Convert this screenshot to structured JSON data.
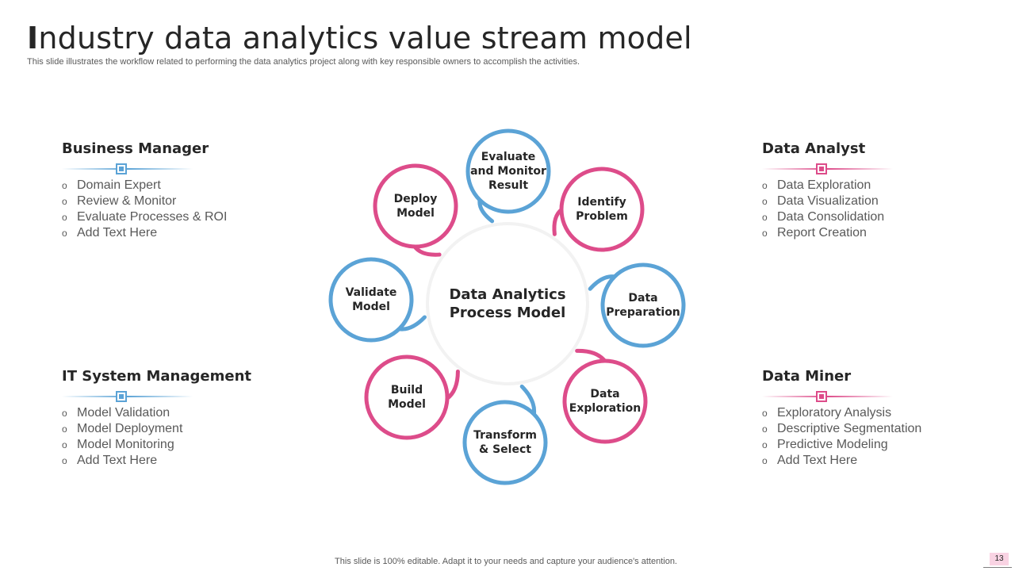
{
  "title": {
    "first_letter": "I",
    "rest": "ndustry data analytics value stream model"
  },
  "subtitle": "This slide illustrates the workflow related to performing the data analytics project along with key responsible owners to accomplish the activities.",
  "colors": {
    "blue": "#5ba3d6",
    "pink": "#dd4c8a",
    "center_ring": "#f2f2f2"
  },
  "panels": {
    "business_manager": {
      "title": "Business Manager",
      "items": [
        "Domain Expert",
        "Review & Monitor",
        "Evaluate Processes & ROI",
        "Add Text Here"
      ]
    },
    "it_system": {
      "title": "IT System Management",
      "items": [
        "Model Validation",
        "Model Deployment",
        "Model Monitoring",
        "Add Text Here"
      ]
    },
    "data_analyst": {
      "title": "Data Analyst",
      "items": [
        "Data Exploration",
        "Data Visualization",
        "Data Consolidation",
        "Report Creation"
      ]
    },
    "data_miner": {
      "title": "Data Miner",
      "items": [
        "Exploratory Analysis",
        "Descriptive Segmentation",
        "Predictive Modeling",
        "Add Text Here"
      ]
    }
  },
  "bullet_glyph": "o",
  "diagram": {
    "center": {
      "line1": "Data Analytics",
      "line2": "Process Model"
    },
    "nodes": [
      {
        "id": "evaluate",
        "lines": [
          "Evaluate",
          "and Monitor",
          "Result"
        ],
        "color": "blue"
      },
      {
        "id": "identify",
        "lines": [
          "Identify",
          "Problem"
        ],
        "color": "pink"
      },
      {
        "id": "preparation",
        "lines": [
          "Data",
          "Preparation"
        ],
        "color": "blue"
      },
      {
        "id": "exploration",
        "lines": [
          "Data",
          "Exploration"
        ],
        "color": "pink"
      },
      {
        "id": "transform",
        "lines": [
          "Transform",
          "& Select"
        ],
        "color": "blue"
      },
      {
        "id": "build",
        "lines": [
          "Build",
          "Model"
        ],
        "color": "pink"
      },
      {
        "id": "validate",
        "lines": [
          "Validate",
          "Model"
        ],
        "color": "blue"
      },
      {
        "id": "deploy",
        "lines": [
          "Deploy",
          "Model"
        ],
        "color": "pink"
      }
    ]
  },
  "footer": "This slide is 100% editable. Adapt it to your needs and capture your audience's attention.",
  "page_number": "13"
}
